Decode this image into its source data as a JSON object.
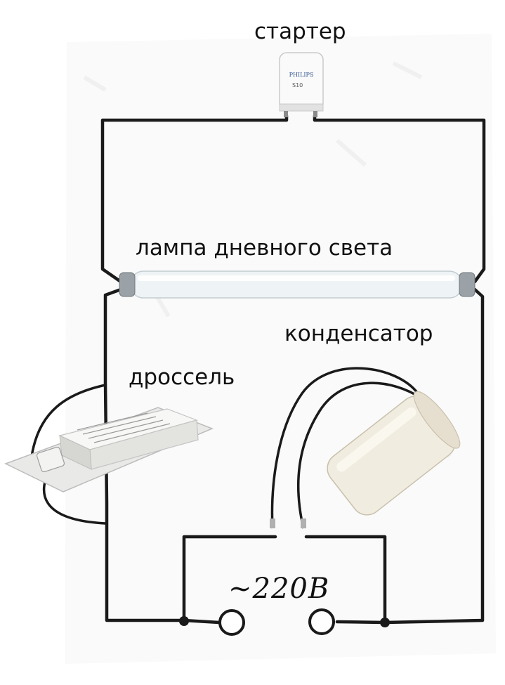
{
  "labels": {
    "starter": "стартер",
    "lamp": "лампа дневного света",
    "capacitor": "конденсатор",
    "choke": "дроссель",
    "voltage": "~220В"
  },
  "starter_brand": {
    "name": "PHILIPS",
    "model": "S10"
  },
  "colors": {
    "wire": "#1a1a1a",
    "text": "#111111",
    "lamp_glass": "#eef4f6",
    "capacitor_body": "#f1ece0",
    "ballast_body": "#f3f3f1"
  }
}
